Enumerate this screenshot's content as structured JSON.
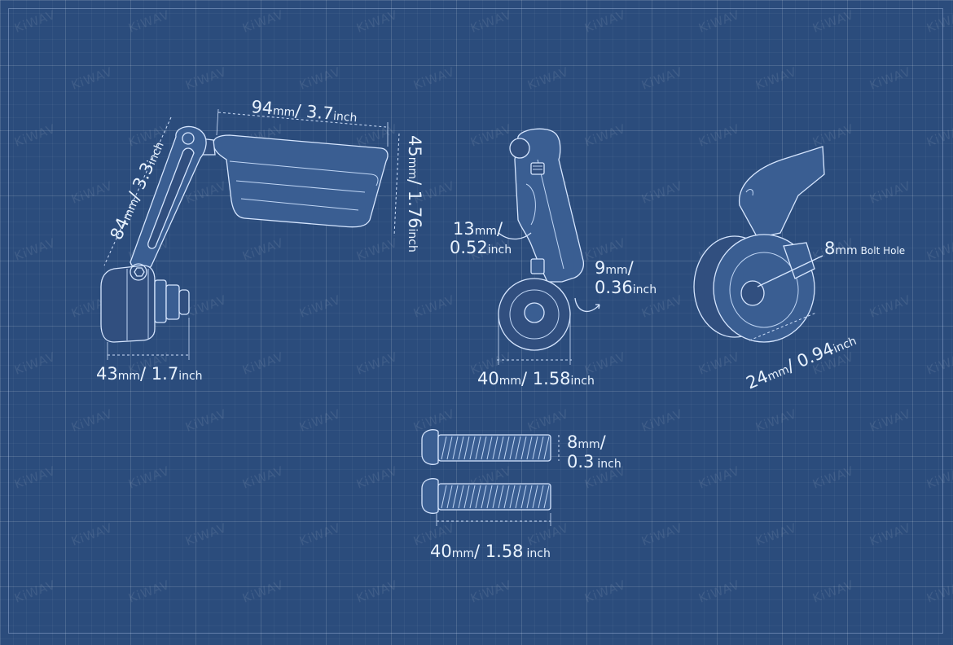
{
  "brand": {
    "watermark": "KiWAV"
  },
  "colors": {
    "background": "#2b4c7c",
    "line": "#d6e6ff",
    "text": "#e9f3ff"
  },
  "dimensions": {
    "arm_length": {
      "value": "84",
      "unit": "mm",
      "alt_value": "3.3",
      "alt_unit": "inch"
    },
    "mirror_width": {
      "value": "94",
      "unit": "mm",
      "alt_value": "3.7",
      "alt_unit": "inch"
    },
    "mirror_height": {
      "value": "45",
      "unit": "mm",
      "alt_value": "1.76",
      "alt_unit": "inch"
    },
    "mount_width": {
      "value": "43",
      "unit": "mm",
      "alt_value": "1.7",
      "alt_unit": "inch"
    },
    "lever_offset": {
      "value": "13",
      "unit": "mm",
      "alt_value": "0.52",
      "alt_unit": "inch"
    },
    "clamp_gap": {
      "value": "9",
      "unit": "mm",
      "alt_value": "0.36",
      "alt_unit": "inch"
    },
    "side_width": {
      "value": "40",
      "unit": "mm",
      "alt_value": "1.58",
      "alt_unit": "inch"
    },
    "disc_diameter": {
      "value": "24",
      "unit": "mm",
      "alt_value": "0.94",
      "alt_unit": "inch"
    },
    "bolt_hole": {
      "value": "8",
      "unit": "mm",
      "note": "Bolt Hole"
    },
    "bolt_diameter": {
      "value": "8",
      "unit": "mm",
      "alt_value": "0.3",
      "alt_unit": "inch"
    },
    "bolt_length": {
      "value": "40",
      "unit": "mm",
      "alt_value": "1.58",
      "alt_unit": "inch"
    }
  }
}
